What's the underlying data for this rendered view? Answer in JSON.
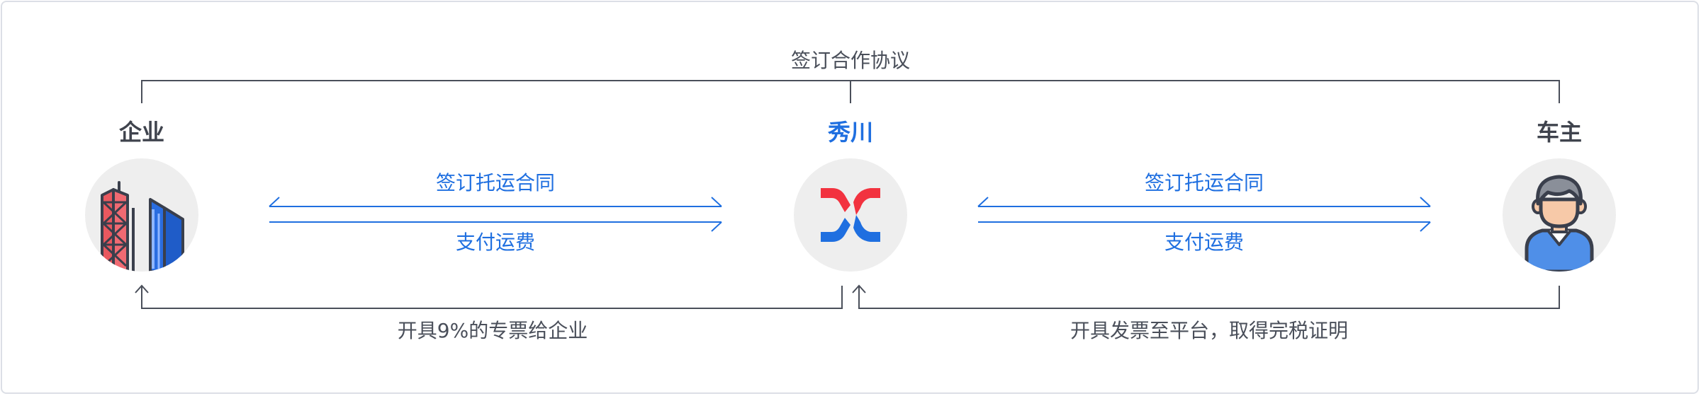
{
  "top_agreement": "签订合作协议",
  "nodes": {
    "enterprise": {
      "title": "企业"
    },
    "platform": {
      "title": "秀川"
    },
    "owner": {
      "title": "车主"
    }
  },
  "left_flow": {
    "top_label": "签订托运合同",
    "bottom_label": "支付运费"
  },
  "right_flow": {
    "top_label": "签订托运合同",
    "bottom_label": "支付运费"
  },
  "bottom_left_label": "开具9%的专票给企业",
  "bottom_right_label": "开具发票至平台，取得完税证明",
  "colors": {
    "line_dark": "#4a4f5a",
    "line_blue": "#1f6fe0",
    "brand_red": "#f2323f",
    "brand_blue": "#1f6fe0"
  }
}
